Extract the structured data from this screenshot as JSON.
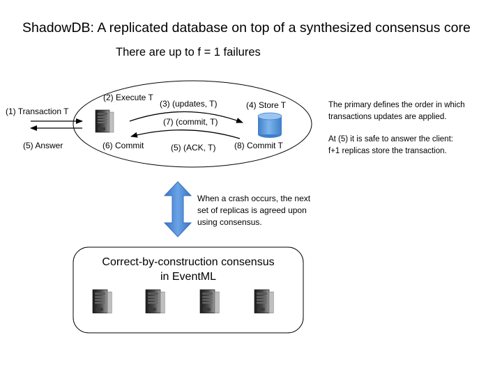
{
  "title": "ShadowDB: A replicated database on top of a synthesized consensus core",
  "subtitle": "There are up to f = 1 failures",
  "client": {
    "transaction_label": "(1) Transaction T",
    "answer_label": "(5) Answer"
  },
  "primary": {
    "execute_label": "(2) Execute T",
    "commit_label": "(6) Commit"
  },
  "replica": {
    "store_label": "(4) Store T",
    "commit_label": "(8) Commit T"
  },
  "messages": {
    "updates_label": "(3)  (updates, T)",
    "commit_label": "(7)  (commit, T)",
    "ack_label": "(5) (ACK, T)"
  },
  "notes": {
    "order_line1": "The primary defines the order in which",
    "order_line2": "transactions updates are applied.",
    "safe_line1": "At (5) it is safe to answer the client:",
    "safe_line2": "f+1 replicas store the transaction."
  },
  "crash_note": {
    "line1": "When a crash occurs, the next",
    "line2": "set of replicas is agreed upon",
    "line3": "using consensus."
  },
  "consensus": {
    "line1": "Correct-by-construction consensus",
    "line2": "in EventML"
  },
  "colors": {
    "database_fill": "#5b9bd5",
    "arrow_fill": "#4a86d4",
    "server_body": "#2a2a2a"
  }
}
